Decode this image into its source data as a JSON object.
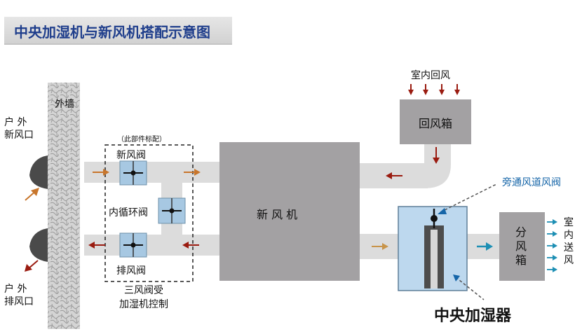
{
  "title": "中央加湿机与新风机搭配示意图",
  "labels": {
    "outer_wall": "外墙",
    "outdoor_fresh_air_inlet": "户 外\n新风口",
    "outdoor_exhaust_outlet": "户 外\n排风口",
    "partial_config_note": "（此部件标配）",
    "fresh_air_damper": "新风阀",
    "recirculation_damper": "内循环阀",
    "exhaust_damper": "排风阀",
    "three_dampers_note": "三风阀受\n加湿机控制",
    "fresh_air_unit": "新 风 机",
    "indoor_return_air": "室内回风",
    "return_air_box": "回风箱",
    "bypass_damper": "旁通风道风阀",
    "distribution_box": "分\n风\n箱",
    "indoor_supply_air": "室\n内\n送\n风",
    "central_humidifier": "中央加湿器"
  },
  "colors": {
    "title": "#1f3e8c",
    "duct": "#dcdcdc",
    "unit_box": "#a3a1a3",
    "damper": "#a7c8e2",
    "humidifier": "#bdd8ee",
    "arrow_dark_red": "#9a1b10",
    "arrow_orange": "#c8762c",
    "arrow_teal": "#1d8fb4",
    "callout_blue": "#1565a8"
  }
}
